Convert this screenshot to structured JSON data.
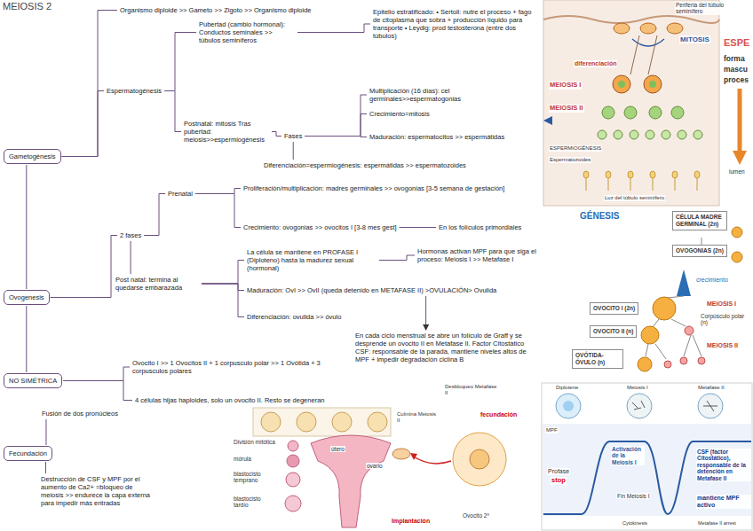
{
  "diagram": {
    "title": "MEIOSIS 2",
    "nodes": [
      {
        "text": [
          "Gametogénesis"
        ]
      },
      {
        "text": [
          "Organismo diploide >> Gameto >> Zigoto >> Organismo diploide"
        ]
      },
      {
        "text": [
          "Espermatogénesis"
        ]
      },
      {
        "text": [
          "Pubertad (cambio hormonal): Conductos seminales >> túbulos seminíferos"
        ]
      },
      {
        "text": [
          "Epitelio estratificado: • Sertoli: nutre el proceso + fago de citoplasma que sobra + producción líquido para transporte • Leydig: prod testosterona (entre dos túbulos)"
        ]
      },
      {
        "text": [
          "Postnatal: mitosis Tras pubertad: meiosis>>espermiogénesis"
        ]
      },
      {
        "text": [
          "Fases"
        ]
      },
      {
        "text": [
          "Multiplicación (16 días): cel germinales>>espermatogonias"
        ]
      },
      {
        "text": [
          "Crecimiento=mitosis"
        ]
      },
      {
        "text": [
          "Maduración: espermatocitos >> espermátidas"
        ]
      },
      {
        "text": [
          "Diferenciación=espermiogénesis: espermátidas >> espermatozoides"
        ]
      },
      {
        "text": [
          "Ovogenesis"
        ]
      },
      {
        "text": [
          "2 fases"
        ]
      },
      {
        "text": [
          "Prenatal"
        ]
      },
      {
        "text": [
          "Proliferación/multiplicación: madres germinales >> ovogonias [3-5 semana de gestación]"
        ]
      },
      {
        "text": [
          "Crecimiento: ovogonias >> ovocitos I [3-8 mes gest]"
        ]
      },
      {
        "text": [
          "En los folículos primordiales"
        ]
      },
      {
        "text": [
          "Post natal: termina al quedarse embarazada"
        ]
      },
      {
        "text": [
          "La célula se mantiene en PROFASE I (Diploteno) hasta la madurez sexual (hormonal)"
        ]
      },
      {
        "text": [
          "Hormonas activan MPF para que siga el proceso: Meiosis I >> Metafase I"
        ]
      },
      {
        "text": [
          "Maduración: OvI >> OvII (queda detenido en METAFASE II) >OVULACIÓN> Ovulida"
        ]
      },
      {
        "text": [
          "Diferenciación: ovulida >> óvulo"
        ]
      },
      {
        "text": [
          "En cada ciclo menstrual se abre un folículo de Graff y se desprende un ovocito II en Metafase II. Factor Citostático CSF: responsable de la parada, mantiene niveles altos de MPF + impedir degradación ciclina B"
        ]
      },
      {
        "text": [
          "NO SIMÉTRICA"
        ]
      },
      {
        "text": [
          "Ovocito I >> 1 Ovocitos II + 1 corpusculo polar >> 1 Ovótida + 3 corpusculos polares"
        ]
      },
      {
        "text": [
          "4 células hijas haploides, solo un ovocito II. Resto se degeneran"
        ]
      },
      {
        "text": [
          "Fecundación"
        ]
      },
      {
        "text": [
          "Fusión de dos pronúcleos"
        ]
      },
      {
        "text": [
          "Destrucción de CSF y MPF por el aumento de Ca2+ =bloqueo de meiosis >> endurece la capa externa para impedir más entradas"
        ]
      },
      {
        "text": [
          "CÉLULA MADRE GERMINAL (2n)"
        ]
      },
      {
        "text": [
          "OVOGONIAS (2n)"
        ]
      },
      {
        "text": [
          "OVOCITO I (2n)"
        ]
      },
      {
        "text": [
          "OVOCITO II (n)"
        ]
      },
      {
        "text": [
          "OVÓTIDA-ÓVULO (n)"
        ]
      }
    ],
    "edges": [
      {
        "from": 0,
        "to": 1,
        "arrow": "none"
      },
      {
        "from": 0,
        "to": 2,
        "arrow": "none"
      },
      {
        "from": 0,
        "to": 11,
        "arrow": "none"
      },
      {
        "from": 2,
        "to": 3,
        "arrow": "none"
      },
      {
        "from": 2,
        "to": 5,
        "arrow": "none"
      },
      {
        "from": 3,
        "to": 4,
        "arrow": "none"
      },
      {
        "from": 5,
        "to": 6,
        "arrow": "none"
      },
      {
        "from": 6,
        "to": 7,
        "arrow": "none"
      },
      {
        "from": 6,
        "to": 8,
        "arrow": "none"
      },
      {
        "from": 6,
        "to": 9,
        "arrow": "none"
      },
      {
        "from": 6,
        "to": 10,
        "arrow": "none"
      },
      {
        "from": 11,
        "to": 12,
        "arrow": "none"
      },
      {
        "from": 11,
        "to": 23,
        "arrow": "none"
      },
      {
        "from": 12,
        "to": 13,
        "arrow": "none"
      },
      {
        "from": 12,
        "to": 17,
        "arrow": "none"
      },
      {
        "from": 13,
        "to": 14,
        "arrow": "none"
      },
      {
        "from": 13,
        "to": 15,
        "arrow": "none"
      },
      {
        "from": 15,
        "to": 16,
        "arrow": "none"
      },
      {
        "from": 17,
        "to": 18,
        "arrow": "none"
      },
      {
        "from": 17,
        "to": 20,
        "arrow": "none"
      },
      {
        "from": 17,
        "to": 21,
        "arrow": "none"
      },
      {
        "from": 18,
        "to": 19,
        "arrow": "none"
      },
      {
        "from": 20,
        "to": 22,
        "arrow": "to"
      },
      {
        "from": 23,
        "to": 24,
        "arrow": "none"
      },
      {
        "from": 23,
        "to": 25,
        "arrow": "none"
      },
      {
        "from": 26,
        "to": 27,
        "arrow": "none"
      },
      {
        "from": 26,
        "to": 28,
        "arrow": "none"
      }
    ],
    "labels": [
      "Periferia del túbulo seminífero",
      "MITOSIS",
      "diferenciación",
      "MEIOSIS I",
      "MEIOSIS II",
      "ESPERMIOGÉNESIS",
      "Espermatozoides",
      "Luz del túbulo seminífero",
      "lumen",
      "ESPE",
      "forma",
      "mascu",
      "proces",
      "GÉNESIS",
      "crecimiento",
      "MEIOSIS I",
      "Corpúsculo polar (n)",
      "MEIOSIS II",
      "Diplotene",
      "Meiosis I",
      "Metafase II",
      "Profase",
      "stop",
      "Activación de la Meiosis I",
      "Fin Meiosis I",
      "CSF (factor Citostático), responsable de la detención en Metafase II",
      "mantiene MPF activo",
      "MPF",
      "Cytokinesis",
      "Metafase II arrest",
      "Desbloqueo Metafase II",
      "Culmina Meiosis II",
      "fecundación",
      "División mitótica",
      "mórula",
      "blastocisto temprano",
      "blastocisto tardío",
      "útero",
      "ovario",
      "Implantación",
      "Ovocito 2º"
    ]
  }
}
